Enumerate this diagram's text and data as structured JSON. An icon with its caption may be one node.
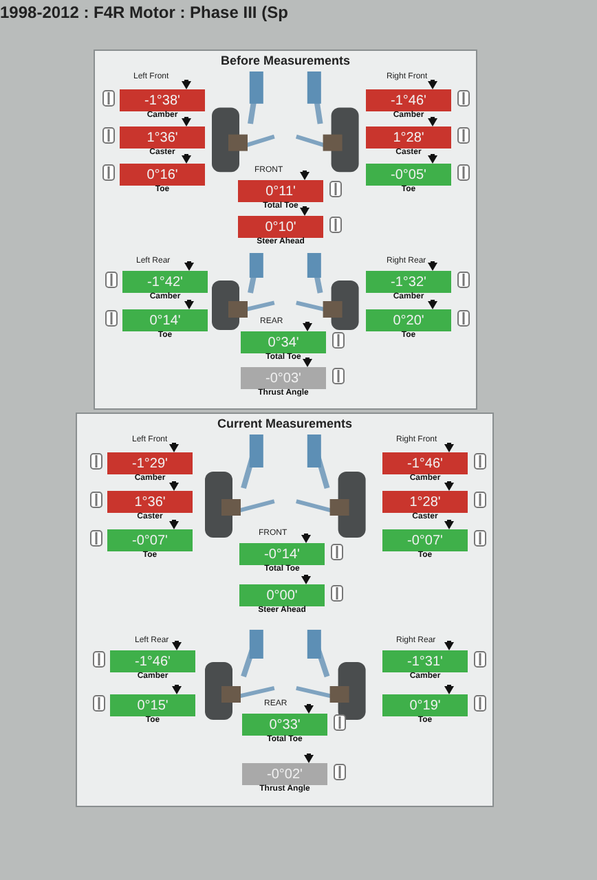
{
  "diagram": {
    "title": "1998-2012 : F4R Motor : Phase III (Sp",
    "nodes": [
      {
        "text": [
          "Before Measurements"
        ]
      },
      {
        "text": [
          "-1°38'",
          "Camber"
        ],
        "in": 0
      },
      {
        "text": [
          "-1°46'",
          "Camber"
        ],
        "in": 0
      },
      {
        "text": [
          "1°36'",
          "Caster"
        ],
        "in": 0
      },
      {
        "text": [
          "1°28'",
          "Caster"
        ],
        "in": 0
      },
      {
        "text": [
          "0°16'",
          "Toe"
        ],
        "in": 0
      },
      {
        "text": [
          "-0°05'",
          "Toe"
        ],
        "in": 0
      },
      {
        "text": [
          "0°11'",
          "Total Toe"
        ],
        "in": 0
      },
      {
        "text": [
          "0°10'",
          "Steer Ahead"
        ],
        "in": 0
      },
      {
        "text": [
          "-1°42'",
          "Camber"
        ],
        "in": 0
      },
      {
        "text": [
          "-1°32'",
          "Camber"
        ],
        "in": 0
      },
      {
        "text": [
          "0°14'",
          "Toe"
        ],
        "in": 0
      },
      {
        "text": [
          "0°20'",
          "Toe"
        ],
        "in": 0
      },
      {
        "text": [
          "0°34'",
          "Total Toe"
        ],
        "in": 0
      },
      {
        "text": [
          "-0°03'",
          "Thrust Angle"
        ],
        "in": 0
      },
      {
        "text": [
          "Current Measurements"
        ]
      },
      {
        "text": [
          "-1°29'",
          "Camber"
        ],
        "in": 15
      },
      {
        "text": [
          "-1°46'",
          "Camber"
        ],
        "in": 15
      },
      {
        "text": [
          "1°36'",
          "Caster"
        ],
        "in": 15
      },
      {
        "text": [
          "1°28'",
          "Caster"
        ],
        "in": 15
      },
      {
        "text": [
          "-0°07'",
          "Toe"
        ],
        "in": 15
      },
      {
        "text": [
          "-0°07'",
          "Toe"
        ],
        "in": 15
      },
      {
        "text": [
          "-0°14'",
          "Total Toe"
        ],
        "in": 15
      },
      {
        "text": [
          "0°00'",
          "Steer Ahead"
        ],
        "in": 15
      },
      {
        "text": [
          "-1°46'",
          "Camber"
        ],
        "in": 15
      },
      {
        "text": [
          "-1°31'",
          "Camber"
        ],
        "in": 15
      },
      {
        "text": [
          "0°15'",
          "Toe"
        ],
        "in": 15
      },
      {
        "text": [
          "0°19'",
          "Toe"
        ],
        "in": 15
      },
      {
        "text": [
          "0°33'",
          "Total Toe"
        ],
        "in": 15
      },
      {
        "text": [
          "-0°02'",
          "Thrust Angle"
        ],
        "in": 15
      }
    ],
    "labels": [
      "Left Front",
      "Right Front",
      "FRONT",
      "Left Rear",
      "Right Rear",
      "REAR",
      "Left Front",
      "Right Front",
      "FRONT",
      "Left Rear",
      "Right Rear",
      "REAR"
    ]
  }
}
